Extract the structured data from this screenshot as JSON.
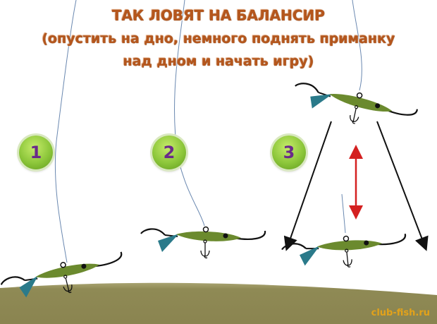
{
  "title": {
    "line1": "ТАК ЛОВЯТ НА БАЛАНСИР",
    "line2": "(опустить на дно, немного поднять приманку",
    "line3": "над дном и начать игру)"
  },
  "steps": [
    {
      "label": "1"
    },
    {
      "label": "2"
    },
    {
      "label": "3"
    }
  ],
  "watermark": "club-fish.ru",
  "colors": {
    "title": "#b5561c",
    "step_circle": "#8cc63a",
    "step_number": "#6a2a8a",
    "lure_body": "#6b8a2e",
    "lure_tail": "#2a7a8a",
    "fishing_line": "#6a88b0",
    "ground": "#8f8a55",
    "motion_arrow": "#d42020",
    "watermark": "#e3a21a"
  }
}
